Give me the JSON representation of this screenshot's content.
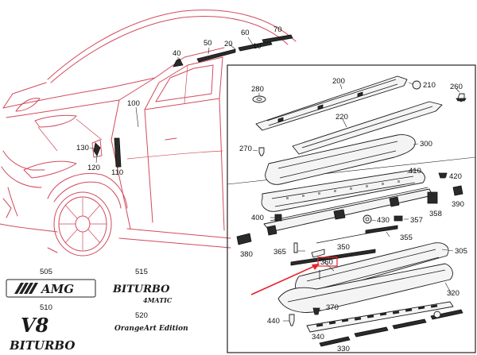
{
  "callouts": {
    "c10": "10",
    "c20": "20",
    "c40": "40",
    "c50": "50",
    "c60": "60",
    "c70": "70",
    "c100": "100",
    "c110": "110",
    "c120": "120",
    "c130": "130",
    "c200": "200",
    "c210": "210",
    "c220": "220",
    "c260": "260",
    "c270": "270",
    "c280": "280",
    "c300": "300",
    "c305": "305",
    "c320": "320",
    "c330": "330",
    "c340": "340",
    "c350": "350",
    "c355": "355",
    "c357": "357",
    "c358": "358",
    "c360": "360",
    "c365": "365",
    "c370": "370",
    "c380": "380",
    "c390": "390",
    "c400": "400",
    "c410": "410",
    "c420": "420",
    "c430": "430",
    "c440": "440",
    "c505": "505",
    "c510": "510",
    "c515": "515",
    "c520": "520"
  },
  "badges": {
    "amg": "AMG",
    "v8": "V8",
    "biturbo": "BITURBO",
    "biturbo_small": "BITURBO",
    "four_matic": "4MATIC",
    "orange_art": "OrangeArt Edition"
  },
  "highlight": {
    "color": "#e8212b",
    "target_label": "360"
  },
  "colors": {
    "car_outline": "#d24a5c",
    "parts_outline": "#1b1b1b"
  }
}
